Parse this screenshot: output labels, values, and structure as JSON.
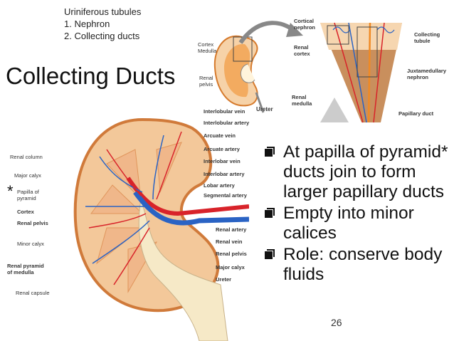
{
  "slide": {
    "note_lines": [
      "Uriniferous tubules",
      "1. Nephron",
      "2. Collecting ducts"
    ],
    "title": "Collecting Ducts",
    "bullets": [
      "At papilla of pyramid* ducts join to form larger papillary ducts",
      "Empty into minor calices",
      "Role: conserve body fluids"
    ],
    "page_number": "26",
    "asterisk": "*"
  },
  "small_kidney_labels": {
    "cortex": "Cortex",
    "medulla": "Medulla",
    "renal_pelvis_1": "Renal",
    "renal_pelvis_2": "pelvis",
    "ureter": "Ureter"
  },
  "wedge_labels": {
    "cortical_nephron_1": "Cortical",
    "cortical_nephron_2": "nephron",
    "renal_cortex_1": "Renal",
    "renal_cortex_2": "cortex",
    "renal_medulla_1": "Renal",
    "renal_medulla_2": "medulla",
    "collecting_tubule_1": "Collecting",
    "collecting_tubule_2": "tubule",
    "juxtamedullary_1": "Juxtamedullary",
    "juxtamedullary_2": "nephron",
    "papillary_duct": "Papillary duct"
  },
  "main_left_labels": {
    "renal_column": "Renal column",
    "major_calyx": "Major calyx",
    "papilla_1": "Papilla of",
    "papilla_2": "pyramid",
    "cortex": "Cortex",
    "renal_pelvis": "Renal pelvis",
    "minor_calyx": "Minor calyx",
    "renal_pyramid_1": "Renal pyramid",
    "renal_pyramid_2": "of medulla",
    "renal_capsule": "Renal capsule"
  },
  "main_right_labels": {
    "interlobular_vein": "Interlobular vein",
    "interlobular_artery": "Interlobular artery",
    "arcuate_vein": "Arcuate vein",
    "arcuate_artery": "Arcuate artery",
    "interlobar_vein": "Interlobar vein",
    "interlobar_artery": "Interlobar artery",
    "lobar_artery": "Lobar artery",
    "segmental_artery": "Segmental artery",
    "renal_artery": "Renal artery",
    "renal_vein": "Renal vein",
    "renal_pelvis": "Renal pelvis",
    "major_calyx": "Major calyx",
    "ureter": "Ureter"
  },
  "colors": {
    "kidney_tan": "#f3c89a",
    "pyramid": "#f0b78a",
    "vein": "#2a63c4",
    "artery": "#d8232a",
    "pelvis": "#f6e9c7",
    "orange": "#f08a24",
    "wedge_brown": "#c98f5d"
  }
}
